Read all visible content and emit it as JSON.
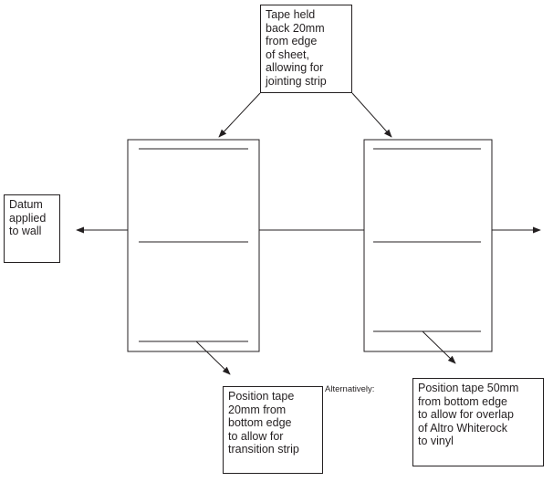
{
  "labels": {
    "top_note": "Tape held\nback 20mm\nfrom edge\nof sheet,\nallowing for\njointing strip",
    "datum_note": "Datum\napplied\nto wall",
    "bottom_left_note": "Position tape\n20mm from\nbottom edge\nto allow for\ntransition strip",
    "alternatively": "Alternatively:",
    "bottom_right_note": "Position tape 50mm\nfrom bottom edge\nto allow for overlap\nof Altro Whiterock\nto vinyl"
  },
  "colors": {
    "stroke": "#231f20",
    "background": "#ffffff"
  }
}
